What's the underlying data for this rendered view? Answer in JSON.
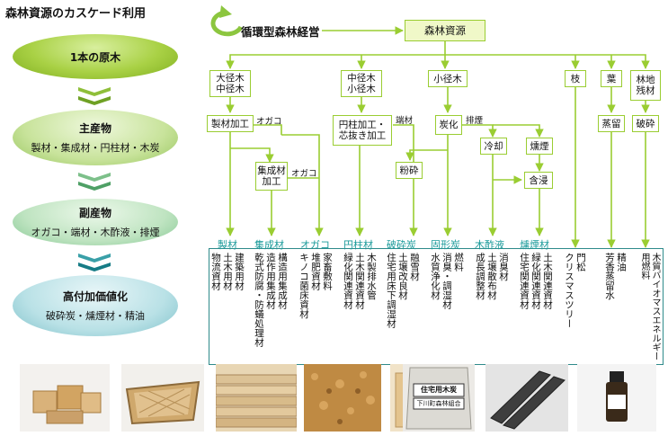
{
  "title": "森林資源のカスケード利用",
  "left": {
    "step1": {
      "heading": "1本の原木"
    },
    "step2": {
      "heading": "主産物",
      "sub": "製材・集成材・円柱材・木炭"
    },
    "step3": {
      "heading": "副産物",
      "sub": "オガコ・端材・木酢液・排煙"
    },
    "step4": {
      "heading": "高付加価値化",
      "sub": "破砕炭・燻煙材・精油"
    }
  },
  "diagram": {
    "cycle_label": "循環型森林経営",
    "resource": "森林資源",
    "sources": {
      "large_mid": [
        "大径木",
        "中径木"
      ],
      "mid_small": [
        "中径木",
        "小径木"
      ],
      "small": "小径木",
      "branch": "枝",
      "leaf": "葉",
      "residue": [
        "林地",
        "残材"
      ]
    },
    "processes": {
      "sawmill": "製材加工",
      "laminated": [
        "集成材",
        "加工"
      ],
      "cylinder": [
        "円柱加工・",
        "芯抜き加工"
      ],
      "carbonize": "炭化",
      "cooling": "冷却",
      "smoking": "燻煙",
      "crushing": "粉砕",
      "soaking": "含浸",
      "distill": "蒸留",
      "chip": "破砕"
    },
    "byproducts": {
      "sawdust1": "オガコ",
      "sawdust2": "オガコ",
      "offcut": "端材",
      "smoke": "排煙"
    }
  },
  "products": {
    "headers": [
      "製材",
      "集成材",
      "オガコ",
      "円柱材",
      "破砕炭",
      "固形炭",
      "木酢液",
      "燻煙材"
    ],
    "columns": [
      [
        "建築用材",
        "土木用材",
        "物流資材"
      ],
      [
        "構造用集成材",
        "造作用集成材",
        "乾式防腐・防蟻処理材"
      ],
      [
        "家畜敷料",
        "堆肥資材",
        "キノコ菌床資材"
      ],
      [
        "木製排水管",
        "土木関連資材",
        "緑化関連資材"
      ],
      [
        "融雪材",
        "土壌改良材",
        "住宅用床下調湿材"
      ],
      [
        "燃料",
        "消臭・調湿材",
        "水質浄化材"
      ],
      [
        "消臭材",
        "土壌散布材",
        "成長調整材"
      ],
      [
        "土木関連資材",
        "緑化関連資材",
        "住宅関連資材"
      ],
      [
        "門松",
        "クリスマスツリー"
      ],
      [
        "精油",
        "芳香蒸留水"
      ],
      [
        "木質バイオマスエネルギー用燃料"
      ]
    ]
  },
  "photos": {
    "bag_text_1": "住宅用木炭",
    "bag_text_2": "下川町森林組合"
  },
  "colors": {
    "line_green": "#9acd32",
    "product_border": "#2e8b8b",
    "category_text": "#1a9a9a"
  }
}
